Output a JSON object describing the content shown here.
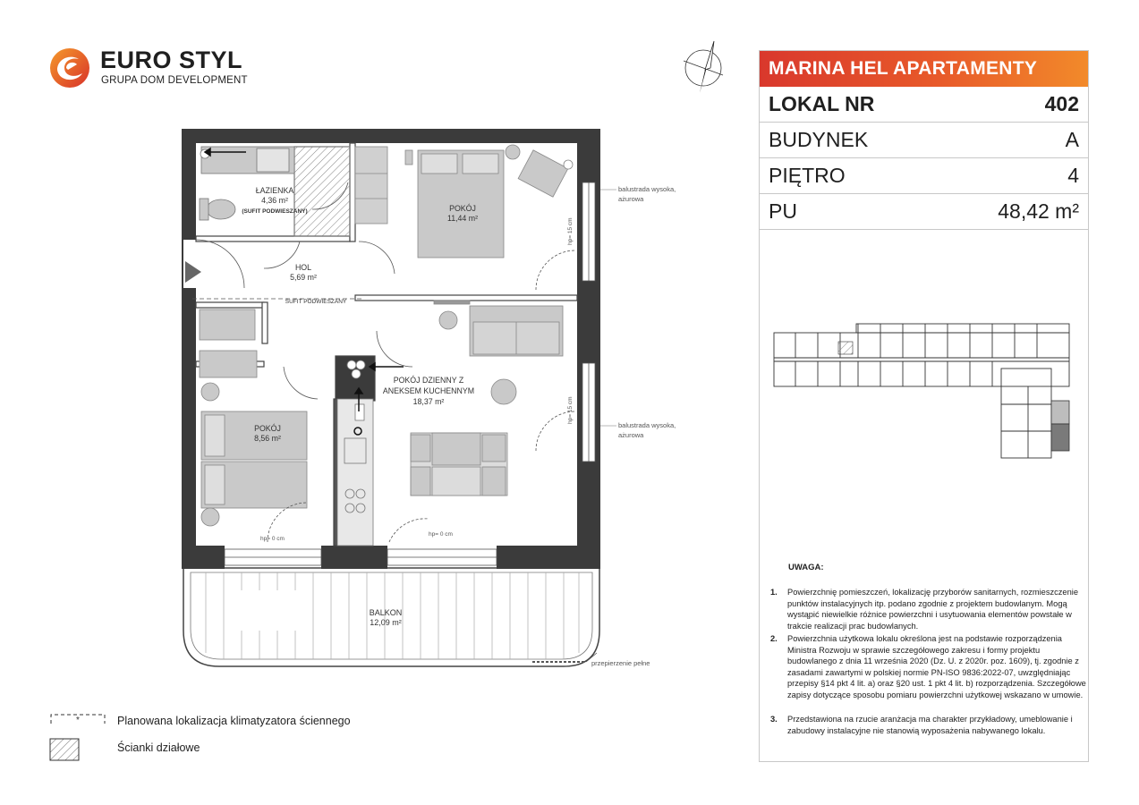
{
  "brand": {
    "name": "EURO STYL",
    "subtitle": "GRUPA DOM DEVELOPMENT"
  },
  "panel": {
    "title": "MARINA HEL APARTAMENTY",
    "rows": [
      {
        "label": "LOKAL NR",
        "value": "402"
      },
      {
        "label": "BUDYNEK",
        "value": "A"
      },
      {
        "label": "PIĘTRO",
        "value": "4"
      },
      {
        "label": "PU",
        "value": "48,42 m²"
      }
    ]
  },
  "rooms": {
    "bathroom": {
      "name": "ŁAZIENKA",
      "area": "4,36 m²",
      "note": "(SUFIT PODWIESZANY)"
    },
    "bedroom1": {
      "name": "POKÓJ",
      "area": "11,44 m²"
    },
    "hall": {
      "name": "HOL",
      "area": "5,69 m²"
    },
    "ceiling_note": "SUFIT PODWIESZANY",
    "living": {
      "name_line1": "POKÓJ DZIENNY Z",
      "name_line2": "ANEKSEM KUCHENNYM",
      "area": "18,37 m²"
    },
    "bedroom2": {
      "name": "POKÓJ",
      "area": "8,56 m²"
    },
    "balcony": {
      "name": "BALKON",
      "area": "12,09 m²"
    }
  },
  "annotations": {
    "railing_line1": "balustrada wysoka,",
    "railing_line2": "ażurowa",
    "sill_15": "hp= 15 cm",
    "sill_0": "hp= 0 cm",
    "partition": "przepierzenie pełne"
  },
  "legend": [
    {
      "label": "Planowana lokalizacja klimatyzatora ściennego",
      "symbol": "*"
    },
    {
      "label": "Ścianki działowe"
    }
  ],
  "notes": {
    "heading": "UWAGA:",
    "items": [
      {
        "num": "1.",
        "text": "Powierzchnię pomieszczeń, lokalizację przyborów sanitarnych, rozmieszczenie punktów instalacyjnych itp. podano zgodnie z projektem budowlanym. Mogą wystąpić niewielkie różnice powierzchni i usytuowania elementów powstałe w trakcie realizacji prac budowlanych."
      },
      {
        "num": "2.",
        "text": "Powierzchnia użytkowa lokalu określona jest na podstawie rozporządzenia Ministra Rozwoju w sprawie szczegółowego zakresu i formy projektu budowlanego z dnia 11 września 2020 (Dz. U. z 2020r. poz. 1609), tj. zgodnie z zasadami zawartymi w polskiej normie PN-ISO 9836:2022-07, uwzględniając przepisy §14 pkt 4 lit. a) oraz §20 ust. 1 pkt 4 lit. b) rozporządzenia. Szczegółowe zapisy dotyczące sposobu pomiaru powierzchni użytkowej wskazano w umowie."
      },
      {
        "num": "3.",
        "text": "Przedstawiona na rzucie aranżacja ma charakter przykładowy, umeblowanie i zabudowy instalacyjne nie stanowią wyposażenia nabywanego lokalu."
      }
    ]
  },
  "colors": {
    "brand_red": "#d9382c",
    "brand_orange": "#f28a2a",
    "wall": "#3b3b3b",
    "furniture": "#c9c9c9",
    "highlight_unit": "#7a7a7a"
  }
}
